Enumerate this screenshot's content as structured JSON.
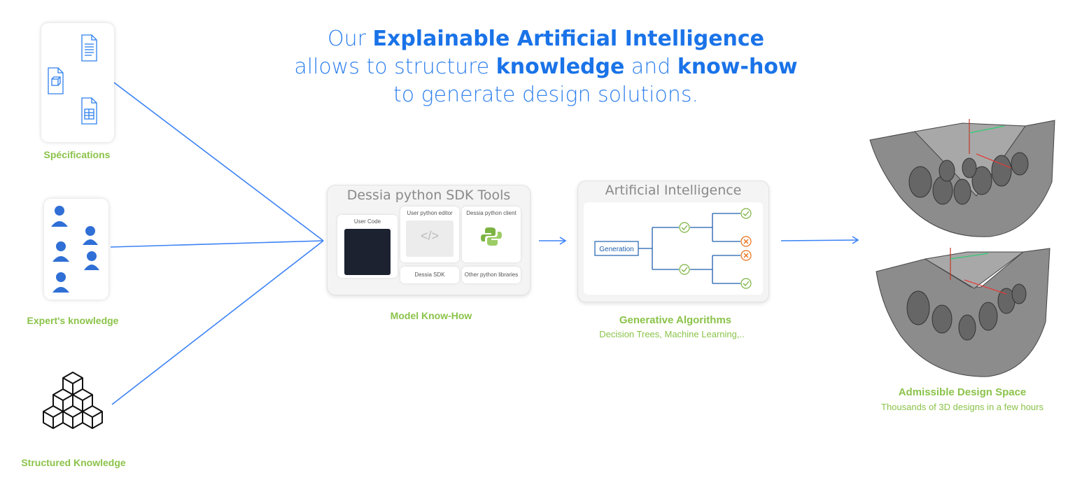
{
  "headline": {
    "line1_pre": "Our ",
    "line1_bold": "Explainable Artificial Intelligence",
    "line2_pre": "allows to structure ",
    "line2_bold1": "knowledge",
    "line2_mid": " and ",
    "line2_bold2": "know-how",
    "line3": "to generate design solutions."
  },
  "inputs": {
    "specifications": "Spécifications",
    "expert": "Expert's knowledge",
    "structured": "Structured Knowledge"
  },
  "sdk": {
    "title": "Dessia python SDK Tools",
    "user_code": "User Code",
    "editor": "User python editor",
    "client": "Dessia python client",
    "sdk": "Dessia SDK",
    "libraries": "Other python libraries",
    "caption": "Model Know-How"
  },
  "ai": {
    "title": "Artificial Intelligence",
    "node": "Generation",
    "caption": "Generative Algorithms",
    "sub": "Decision Trees, Machine Learning,.."
  },
  "output": {
    "caption": "Admissible Design Space",
    "sub": "Thousands of 3D designs in a few hours"
  },
  "colors": {
    "blue": "#2f80ed",
    "green": "#8bc34a",
    "orange": "#e8701a"
  }
}
